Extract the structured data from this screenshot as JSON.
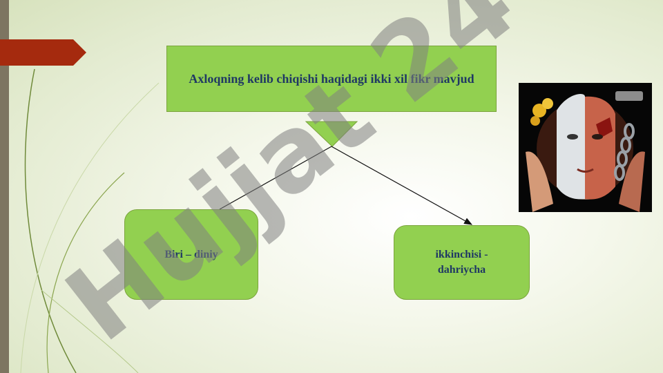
{
  "diagram": {
    "top_box": {
      "text": "Axloqning kelib chiqishi haqidagi ikki xil fikr mavjud"
    },
    "left_box": {
      "text": "Biri – diniy"
    },
    "right_box": {
      "text": "ikkinchisi - dahriycha"
    }
  },
  "watermark": {
    "text": "Hujjat 24"
  },
  "colors": {
    "box_fill": "#92d050",
    "box_text": "#1f3864",
    "accent_tab": "#a52a0e",
    "sidebar": "#7d7561"
  },
  "image": {
    "description_icon": "mask-face-chains-picture"
  }
}
